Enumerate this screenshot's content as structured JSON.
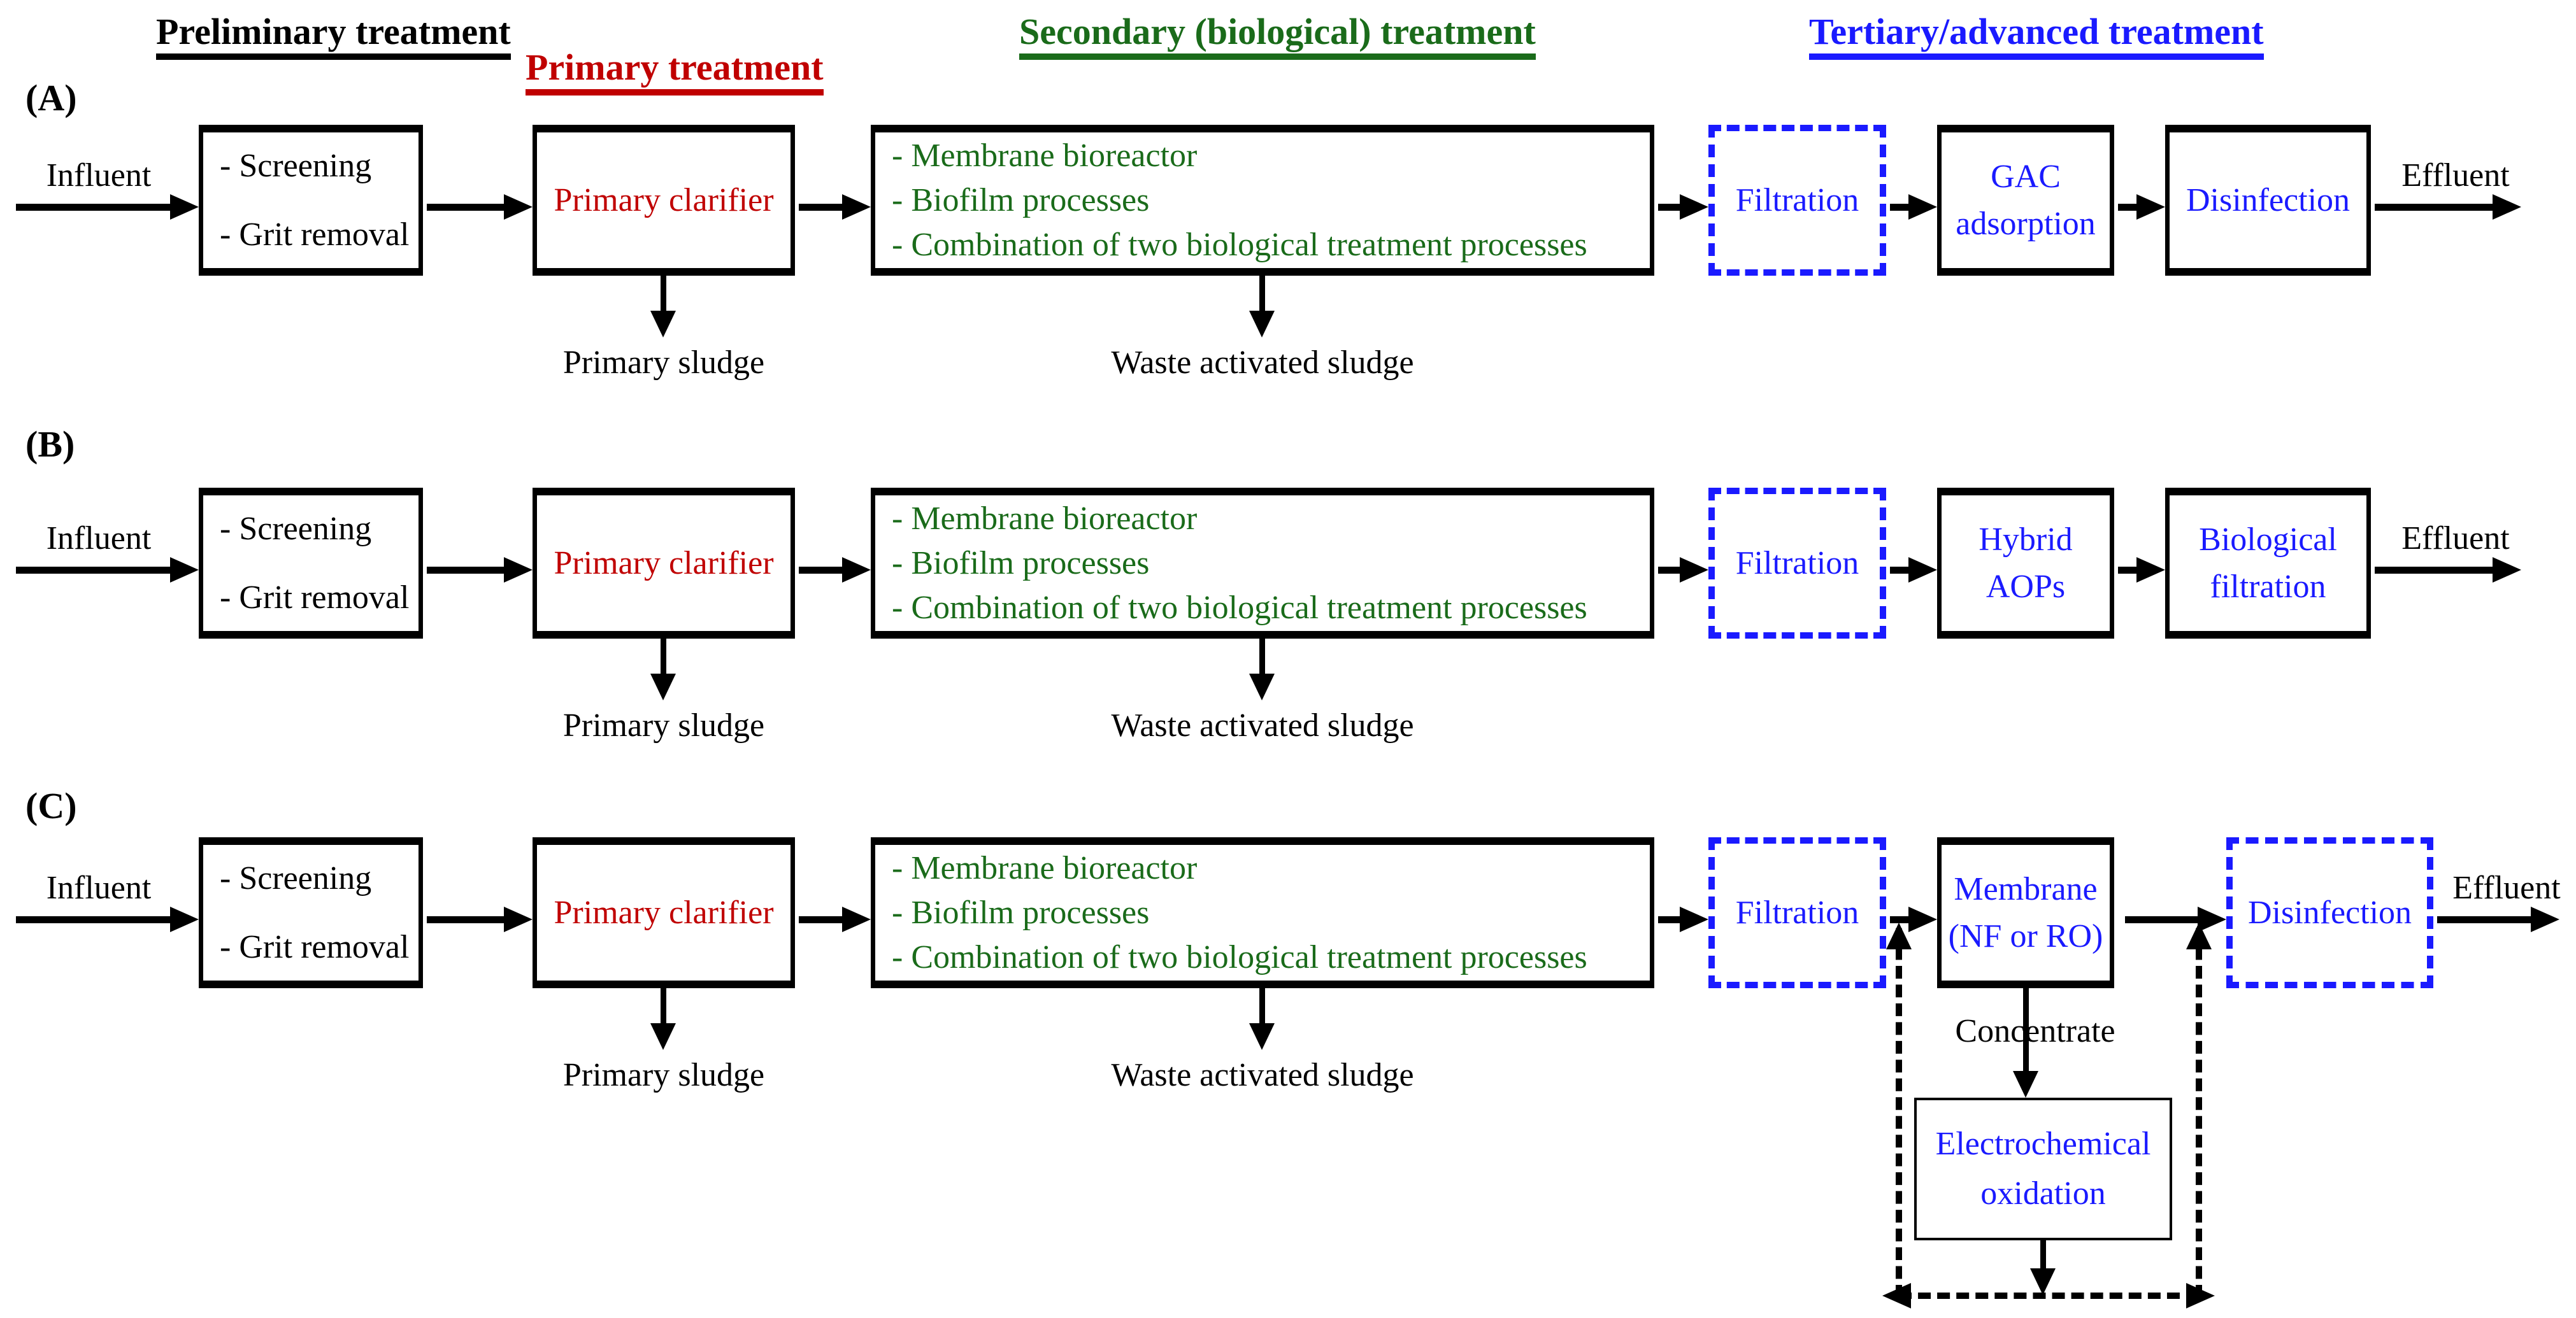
{
  "colors": {
    "black": "#000000",
    "red": "#c00000",
    "green": "#1a6b1a",
    "blue": "#1a1aff"
  },
  "headers": [
    {
      "label": "Preliminary treatment"
    },
    {
      "label": "Primary treatment"
    },
    {
      "label": "Secondary (biological) treatment"
    },
    {
      "label": "Tertiary/advanced treatment"
    }
  ],
  "shared": {
    "influent": "Influent",
    "effluent": "Effluent",
    "preliminary_lines": [
      "- Screening",
      "- Grit removal"
    ],
    "primary_clarifier": "Primary clarifier",
    "secondary_lines": [
      "- Membrane bioreactor",
      "- Biofilm processes",
      "- Combination of two biological treatment processes"
    ],
    "filtration": "Filtration",
    "primary_sludge": "Primary sludge",
    "waste_activated_sludge": "Waste activated sludge"
  },
  "rows": [
    {
      "label": "(A)",
      "box4": {
        "lines": [
          "GAC",
          "adsorption"
        ]
      },
      "box5": {
        "lines": [
          "Disinfection"
        ],
        "border": "solid"
      }
    },
    {
      "label": "(B)",
      "box4": {
        "lines": [
          "Hybrid",
          "AOPs"
        ]
      },
      "box5": {
        "lines": [
          "Biological",
          "filtration"
        ],
        "border": "solid"
      }
    },
    {
      "label": "(C)",
      "box4": {
        "lines": [
          "Membrane",
          "(NF or RO)"
        ]
      },
      "box5": {
        "lines": [
          "Disinfection"
        ],
        "border": "dashed"
      },
      "concentrate": "Concentrate",
      "electro": {
        "lines": [
          "Electrochemical",
          "oxidation"
        ]
      }
    }
  ]
}
